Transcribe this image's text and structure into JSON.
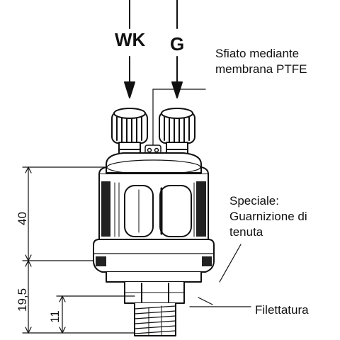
{
  "terminals": {
    "wk": "WK",
    "g": "G"
  },
  "annotations": {
    "vent_line1": "Sfiato mediante",
    "vent_line2": "membrana PTFE",
    "seal_line1": "Speciale:",
    "seal_line2": "Guarnizione di",
    "seal_line3": "tenuta",
    "thread": "Filettatura"
  },
  "dimensions": {
    "height_body": "40",
    "height_overall_lower": "19,5",
    "thread_length": "11"
  },
  "colors": {
    "ink": "#111111",
    "background": "#ffffff"
  }
}
